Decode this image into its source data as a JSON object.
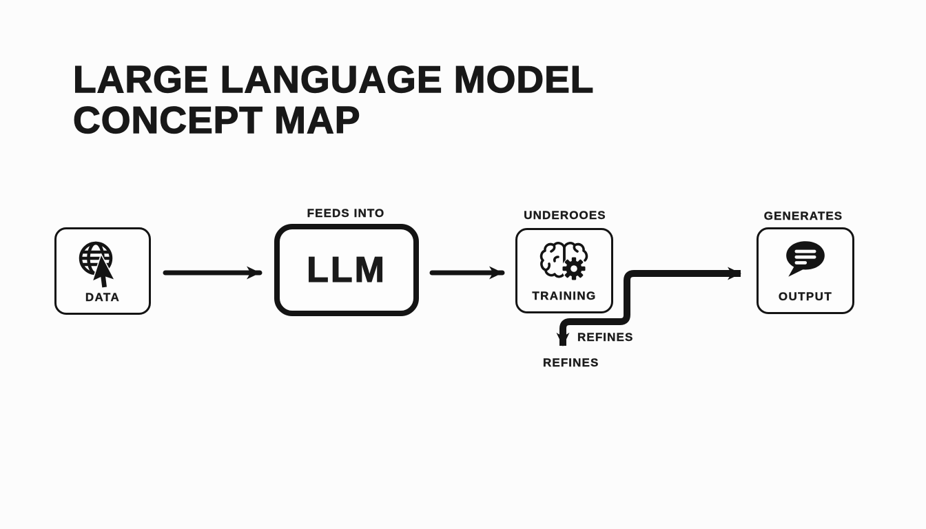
{
  "title": {
    "line1": "LARGE LANGUAGE MODEL",
    "line2": "CONCEPT MAP"
  },
  "nodes": {
    "data": {
      "label": "DATA",
      "icon": "globe-with-cursor-icon"
    },
    "llm": {
      "label": "LLM"
    },
    "training": {
      "label": "TRAINING",
      "icon": "brain-with-gear-icon"
    },
    "output": {
      "label": "OUTPUT",
      "icon": "speech-bubble-icon"
    }
  },
  "edge_labels": {
    "feeds_into": "FEEDS INTO",
    "undergoes": "UNDEROOES",
    "generates": "GENERATES",
    "refines_upper": "REFINES",
    "refines_lower": "REFINES"
  },
  "colors": {
    "ink": "#141414",
    "background": "#fcfcfc"
  }
}
